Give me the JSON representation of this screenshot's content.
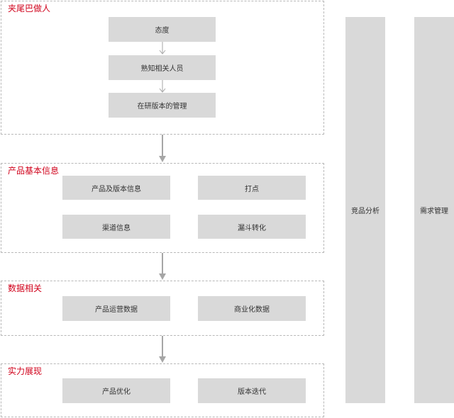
{
  "sections": [
    {
      "title": "夹尾巴做人",
      "boxes": [
        "态度",
        "熟知相关人员",
        "在研版本的管理"
      ]
    },
    {
      "title": "产品基本信息",
      "boxes": [
        "产品及版本信息",
        "打点",
        "渠道信息",
        "漏斗转化"
      ]
    },
    {
      "title": "数据相关",
      "boxes": [
        "产品运营数据",
        "商业化数据"
      ]
    },
    {
      "title": "实力展现",
      "boxes": [
        "产品优化",
        "版本迭代"
      ]
    }
  ],
  "columns": [
    "竞品分析",
    "需求管理"
  ],
  "colors": {
    "title": "#d0021b",
    "box": "#d9d9d9",
    "border": "#b8b8b8",
    "arrow": "#a6a6a6"
  }
}
